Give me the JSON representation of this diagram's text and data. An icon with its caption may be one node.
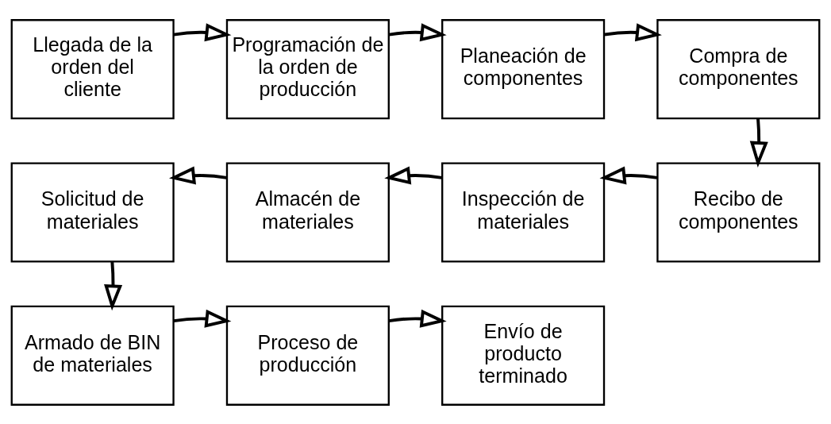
{
  "diagram": {
    "nodes": [
      {
        "text": [
          "Llegada de la orden del cliente"
        ]
      },
      {
        "text": [
          "Programación de la orden de producción"
        ]
      },
      {
        "text": [
          "Planeación de componentes"
        ]
      },
      {
        "text": [
          "Compra de componentes"
        ]
      },
      {
        "text": [
          "Solicitud de materiales"
        ]
      },
      {
        "text": [
          "Almacén de materiales"
        ]
      },
      {
        "text": [
          "Inspección de materiales"
        ]
      },
      {
        "text": [
          "Recibo de componentes"
        ]
      },
      {
        "text": [
          "Armado de BIN de materiales"
        ]
      },
      {
        "text": [
          "Proceso de producción"
        ]
      },
      {
        "text": [
          "Envío de producto terminado"
        ]
      }
    ],
    "edges": [
      {
        "from": 0,
        "to": 1,
        "arrow": "to"
      },
      {
        "from": 1,
        "to": 2,
        "arrow": "to"
      },
      {
        "from": 2,
        "to": 3,
        "arrow": "to"
      },
      {
        "from": 3,
        "to": 7,
        "arrow": "to"
      },
      {
        "from": 7,
        "to": 6,
        "arrow": "to"
      },
      {
        "from": 6,
        "to": 5,
        "arrow": "to"
      },
      {
        "from": 5,
        "to": 4,
        "arrow": "to"
      },
      {
        "from": 4,
        "to": 8,
        "arrow": "to"
      },
      {
        "from": 8,
        "to": 9,
        "arrow": "to"
      },
      {
        "from": 9,
        "to": 10,
        "arrow": "to"
      }
    ]
  }
}
